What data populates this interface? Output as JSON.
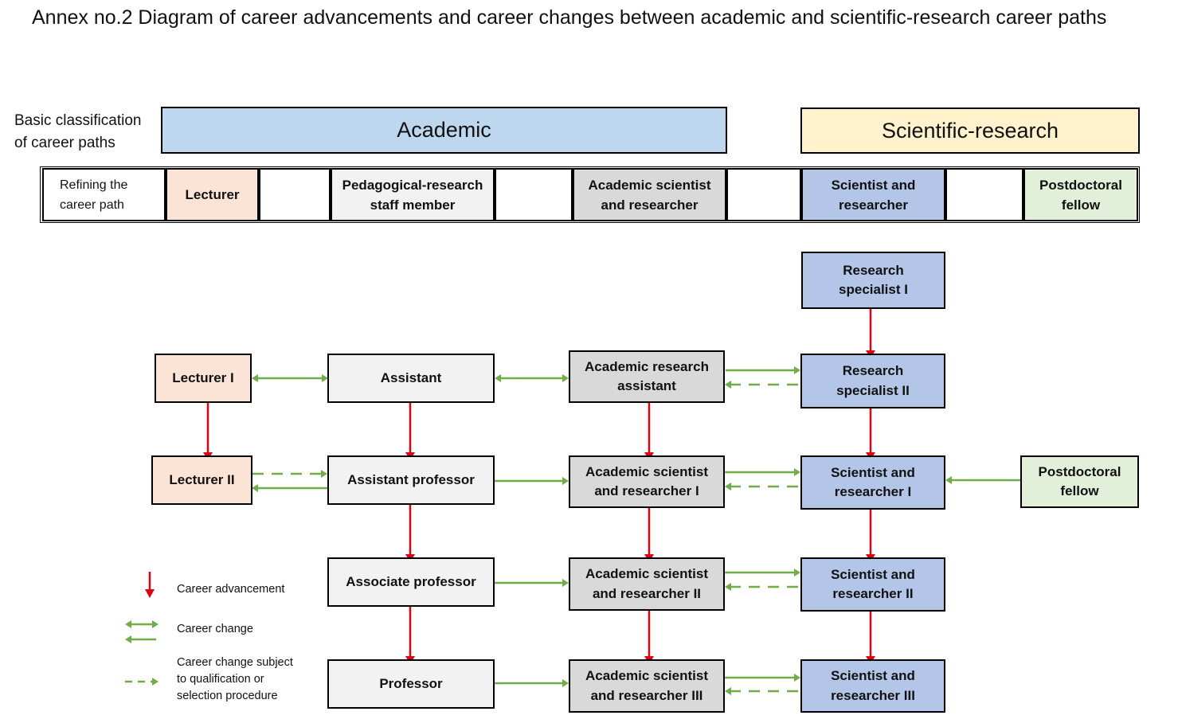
{
  "title": "Annex no.2 Diagram of career advancements and career changes between academic and scientific-research career paths",
  "classification": {
    "label": "Basic classification of career paths",
    "academic": "Academic",
    "scientific": "Scientific-research"
  },
  "refining": {
    "label": "Refining the career path",
    "lecturer": "Lecturer",
    "pedagogical": "Pedagogical-research staff member",
    "academic_scientist": "Academic scientist and researcher",
    "scientist": "Scientist and researcher",
    "postdoc": "Postdoctoral fellow"
  },
  "nodes": {
    "lecturer_1": "Lecturer I",
    "lecturer_2": "Lecturer II",
    "assistant": "Assistant",
    "assistant_professor": "Assistant professor",
    "associate_professor": "Associate professor",
    "professor": "Professor",
    "academic_research_assistant": "Academic research assistant",
    "academic_scientist_1": "Academic scientist and researcher I",
    "academic_scientist_2": "Academic scientist and researcher II",
    "academic_scientist_3": "Academic scientist and researcher III",
    "research_specialist_1": "Research specialist I",
    "research_specialist_2": "Research specialist II",
    "scientist_1": "Scientist and researcher I",
    "scientist_2": "Scientist and researcher II",
    "scientist_3": "Scientist and researcher III",
    "postdoc_fellow": "Postdoctoral fellow"
  },
  "legend": {
    "advancement": "Career advancement",
    "change": "Career change",
    "conditional": "Career change subject to qualification or selection procedure"
  },
  "colors": {
    "advancement_arrow": "#e3000f",
    "change_arrow": "#70ad47",
    "academic_band": "#bdd7ee",
    "scientific_band": "#fff2cc",
    "lecturer_fill": "#fbe4d5",
    "pedagogical_fill": "#f2f2f2",
    "academic_scientist_fill": "#d9d9d9",
    "scientist_fill": "#b4c6e7",
    "postdoc_fill": "#e2efd9"
  }
}
